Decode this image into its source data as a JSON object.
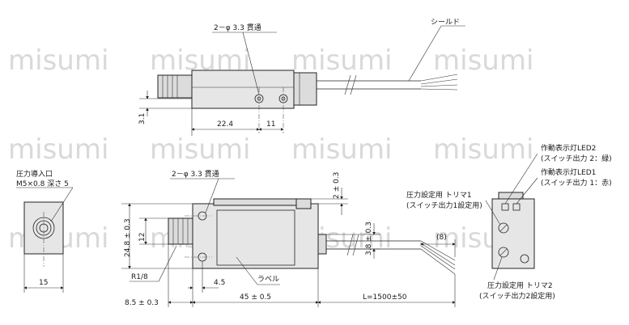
{
  "watermark": "misumi",
  "top_view": {
    "through_hole_label": "2－φ 3.3 貫通",
    "shield_label": "シールド",
    "dim_3_1": "3.1",
    "dim_22_4": "22.4",
    "dim_11": "11"
  },
  "left_view": {
    "pressure_port_label": "圧力導入口",
    "port_spec": "M5×0.8 深さ 5",
    "dim_15": "15"
  },
  "front_view": {
    "through_hole_label": "2－φ 3.3 貫通",
    "dim_2_03": "2 ± 0.3",
    "dim_24_8": "24.8 ± 0.3",
    "dim_12": "12",
    "dim_3_8": "3.8 ± 0.3",
    "dim_8": "(8)",
    "r18_label": "R1/8",
    "dim_4_5": "4.5",
    "label_label": "ラベル",
    "dim_8_5": "8.5 ± 0.3",
    "dim_45": "45 ± 0.5",
    "dim_L": "L=1500±50"
  },
  "right_view": {
    "led2_title": "作動表示灯LED2",
    "led2_desc": "(スイッチ出力 2：緑)",
    "led1_title": "作動表示灯LED1",
    "led1_desc": "(スイッチ出力 1：赤)",
    "trimmer1_title": "圧力設定用 トリマ1",
    "trimmer1_desc": "(スイッチ出力1設定用)",
    "trimmer2_title": "圧力設定用 トリマ2",
    "trimmer2_desc": "(スイッチ出力2設定用)"
  }
}
